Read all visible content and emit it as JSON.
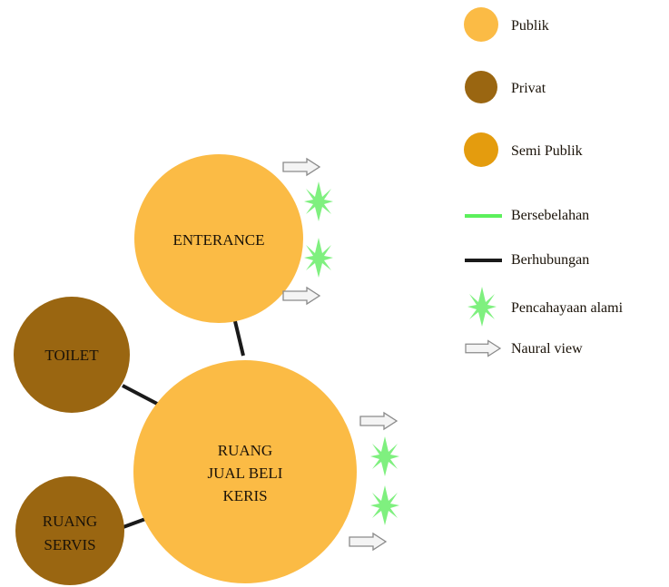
{
  "colors": {
    "publik": "#FBBB45",
    "privat": "#9A6611",
    "semi_publik": "#E49C0E",
    "bersebelahan": "#5CF05C",
    "berhubungan": "#1a1a1a",
    "light": "#7FF07F"
  },
  "nodes": {
    "enterance": "ENTERANCE",
    "toilet": "TOILET",
    "ruang_jual": [
      "RUANG",
      "JUAL BELI",
      "KERIS"
    ],
    "ruang_servis": [
      "RUANG",
      "SERVIS"
    ]
  },
  "legend": {
    "publik": "Publik",
    "privat": "Privat",
    "semi_publik": "Semi Publik",
    "bersebelahan": "Bersebelahan",
    "berhubungan": "Berhubungan",
    "pencahayaan": "Pencahayaan alami",
    "view": "Naural view"
  },
  "icons": {
    "light": "natural-light-star-icon",
    "view": "view-arrow-icon"
  }
}
